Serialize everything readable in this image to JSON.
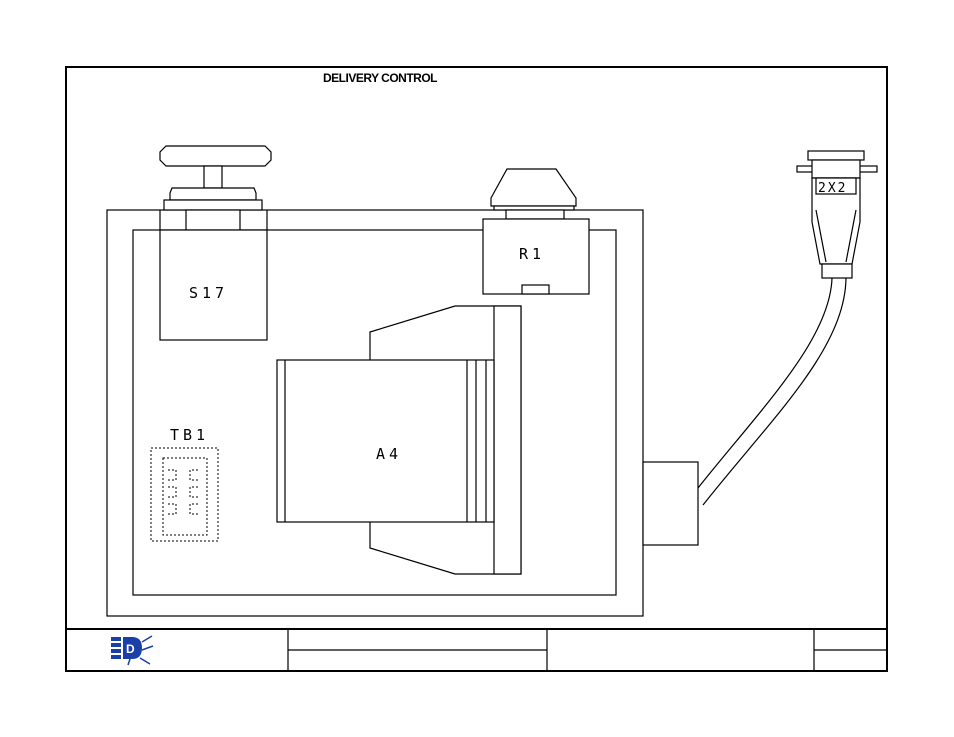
{
  "title": "DELIVERY CONTROL",
  "components": {
    "s17": "S17",
    "r1": "R1",
    "a4": "A4",
    "tb1": "TB1",
    "connector": "2X2"
  },
  "logo": {
    "letter": "D",
    "color": "#1a3fa8"
  }
}
